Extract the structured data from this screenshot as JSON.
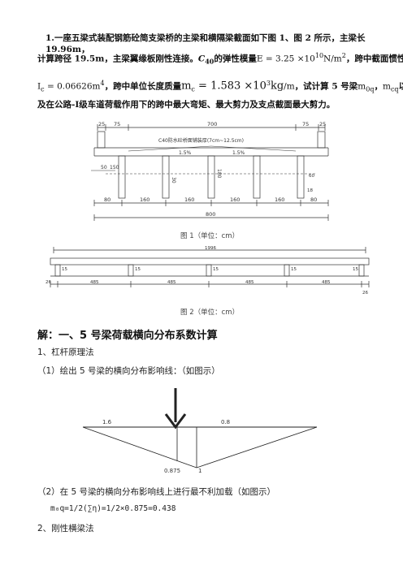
{
  "problem": {
    "line1": "1.一座五梁式装配钢筋砼简支梁桥的主梁和横隔梁截面如下图 1、图 2 所示，主梁长 19.96m，",
    "line2_a": "计算跨径  19.5m，主梁翼缘板刚性连接。",
    "line2_b": "C",
    "line2_c": "40",
    "line2_d": "的弹性模量",
    "line2_e": "E = 3.25 ×10",
    "line2_f": "10",
    "line2_g": "N",
    "line2_h": "m",
    "line2_i": "2",
    "line2_j": "，跨中截面惯性矩",
    "line3_a": "I",
    "line3_b": "c",
    "line3_c": " = 0.06626m",
    "line3_d": "4",
    "line3_e": "，跨中单位长度质量",
    "line3_f": "m",
    "line3_g": "c",
    "line3_h": " = 1.583 ×10",
    "line3_i": "3",
    "line3_j": "kg",
    "line3_k": "m",
    "line3_l": "，试计算 5 号梁",
    "line3_m": "m",
    "line3_n": "0q",
    "line3_o": "，",
    "line3_p": "m",
    "line3_q": "cq",
    "line3_r": "以",
    "line4": "及在公路-Ⅰ级车道荷载作用下的跨中最大弯矩、最大剪力及支点截面最大剪力。"
  },
  "fig1": {
    "dims_top": [
      "25",
      "75",
      "700",
      "75",
      "25"
    ],
    "note": "C40防水砼桥面铺装厚(7cm~12.5cm)",
    "slopes": [
      "1.5%",
      "1.5%"
    ],
    "left_dims": [
      "50",
      "150"
    ],
    "mid_dims": [
      "30",
      "180"
    ],
    "right_dims": [
      "60",
      "18"
    ],
    "bottom_dims": [
      "80",
      "160",
      "160",
      "160",
      "160",
      "80"
    ],
    "total": "800",
    "caption": "图 1（单位：cm）"
  },
  "fig2": {
    "top_dim": "1996",
    "labels": [
      "15",
      "15",
      "15",
      "15",
      "15"
    ],
    "bottom_dims": [
      "26",
      "485",
      "485",
      "485",
      "485",
      "26"
    ],
    "caption": "图 2（单位：cm）"
  },
  "solution": {
    "heading": "解：一、5 号梁荷载横向分布系数计算",
    "sec1": "1、杠杆原理法",
    "step1": "（1）绘出 5 号梁的横向分布影响线：（如图示）",
    "infl_labels": [
      "1.6",
      "0.8",
      "0.875",
      "1"
    ],
    "step2": "（2）在 5 号梁的横向分布影响线上进行最不利加载（如图示）",
    "formula": "m₀q=1/2(∑η)=1/2×0.875=0.438",
    "sec2": "2、刚性横梁法"
  }
}
